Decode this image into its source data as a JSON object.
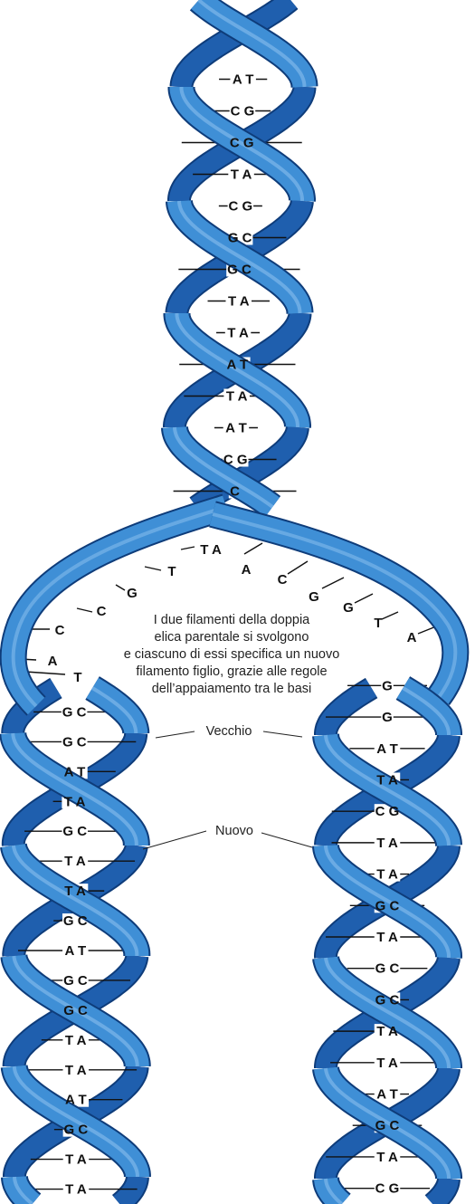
{
  "colors": {
    "strand_front": "#3f8fd6",
    "strand_back": "#1f5fae",
    "strand_edge": "#0e3c7a",
    "highlight": "#8fc3f0",
    "rung": "#111111",
    "text": "#111111"
  },
  "caption": [
    "I due filamenti della doppia",
    "elica parentale si svolgono",
    "e ciascuno di essi specifica un nuovo",
    "filamento figlio, grazie alle regole",
    "dell’appaiamento tra le basi"
  ],
  "labels": {
    "old": "Vecchio",
    "new": "Nuovo"
  },
  "parental_pairs": [
    "A T",
    "C G",
    "C G",
    "T A",
    "C G",
    "G C",
    "G C",
    "T A",
    "T A",
    "A T",
    "T A",
    "A T",
    "C G",
    "C"
  ],
  "fork_bases_left": [
    "T A",
    "T",
    "G",
    "C",
    "C",
    "A",
    "T"
  ],
  "fork_bases_right": [
    "A",
    "C",
    "G",
    "G",
    "T",
    "A"
  ],
  "left_daughter_pairs": [
    "G C",
    "G C",
    "A T",
    "T A",
    "G C",
    "T A",
    "T A",
    "G C",
    "A T",
    "G C",
    "G C",
    "T A",
    "T A",
    "A T",
    "G C",
    "T A",
    "T A"
  ],
  "right_daughter_pairs": [
    "G",
    "G",
    "A T",
    "T A",
    "C G",
    "T A",
    "T A",
    "G C",
    "T A",
    "G C",
    "G C",
    "T A",
    "T A",
    "A T",
    "G C",
    "T A",
    "C G"
  ]
}
